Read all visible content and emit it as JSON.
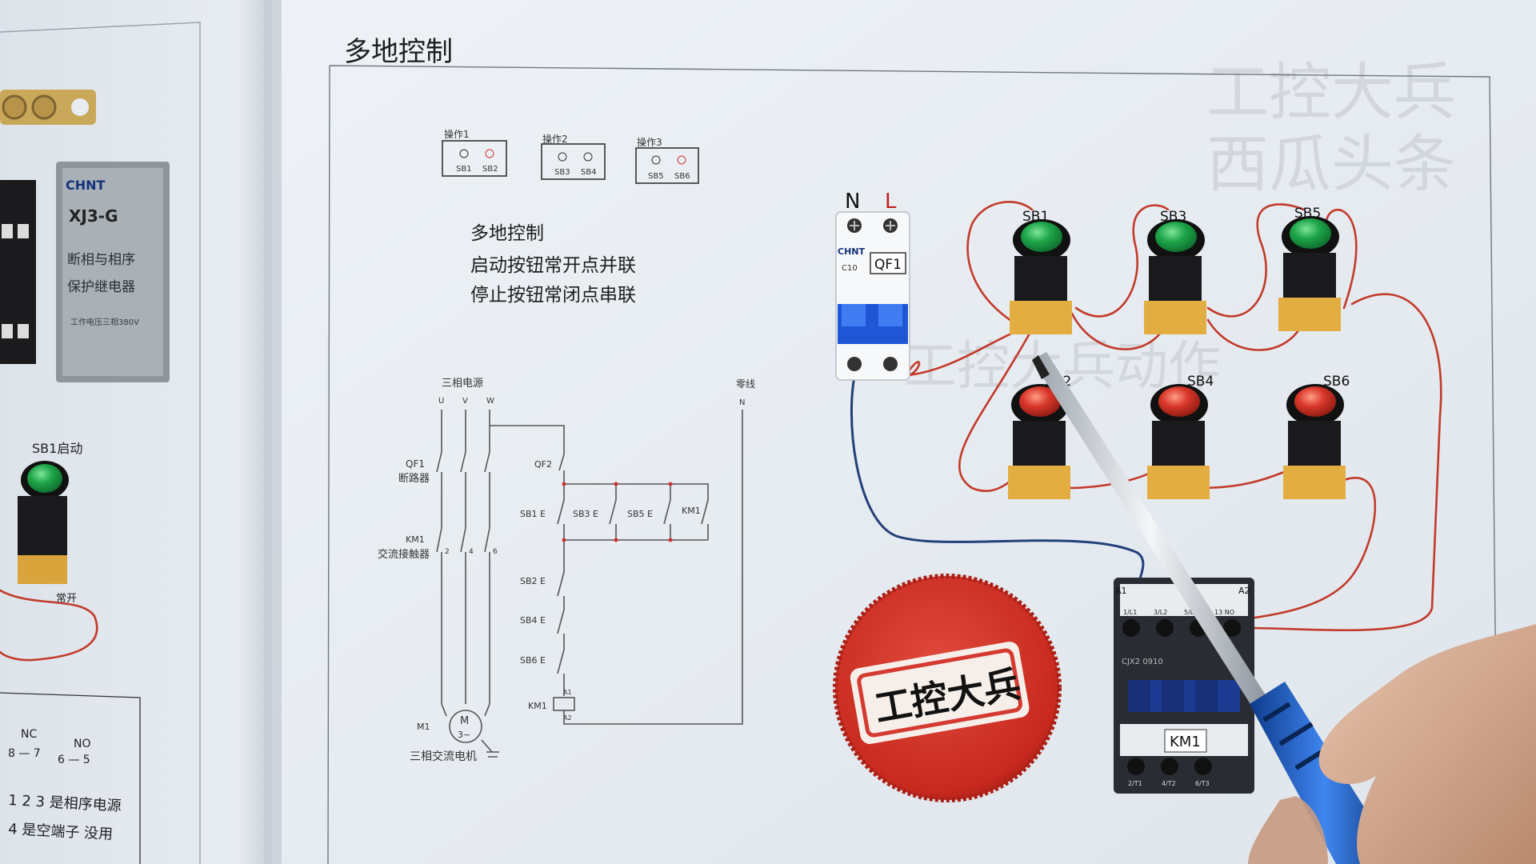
{
  "page": {
    "title": "多地控制",
    "description_lines": [
      "多地控制",
      "启动按钮常开点并联",
      "停止按钮常闭点串联"
    ]
  },
  "watermark": {
    "line1": "工控大兵",
    "line2": "西瓜头条",
    "center_text": "工控大兵动作"
  },
  "operation_boxes": [
    {
      "label": "操作1",
      "left": "SB1",
      "right": "SB2"
    },
    {
      "label": "操作2",
      "left": "SB3",
      "right": "SB4"
    },
    {
      "label": "操作3",
      "left": "SB5",
      "right": "SB6"
    }
  ],
  "schematic": {
    "power_label": "三相电源",
    "phases": [
      "U",
      "V",
      "W"
    ],
    "neutral_label": "零线",
    "neutral_letter": "N",
    "breaker_main": "QF1",
    "breaker_main_desc": "断路器",
    "contactor": "KM1",
    "contactor_desc": "交流接触器",
    "breaker_ctrl": "QF2",
    "start_buttons": [
      "SB1 E",
      "SB3 E",
      "SB5 E"
    ],
    "aux_contact": "KM1",
    "stop_buttons": [
      "SB2 E",
      "SB4 E",
      "SB6 E"
    ],
    "coil_label": "KM1",
    "coil_terminals": [
      "A1",
      "A2"
    ],
    "motor_label": "M1",
    "motor_symbol": "M",
    "motor_phase": "3~",
    "motor_desc": "三相交流电机",
    "terminal_numbers": [
      "2",
      "4",
      "6"
    ]
  },
  "board": {
    "power_terminals": [
      "N",
      "L"
    ],
    "breaker_label": "QF1",
    "breaker_brand": "CHNT",
    "breaker_rating": "C10",
    "green_buttons": [
      "SB1",
      "SB3",
      "SB5"
    ],
    "red_buttons": [
      "SB2",
      "SB4",
      "SB6"
    ],
    "contactor_label": "KM1",
    "contactor_model": "CJX2 0910",
    "contactor_coil_terminals": [
      "A1",
      "A2"
    ],
    "contactor_top_terminals": [
      "1/L1",
      "3/L2",
      "5/L3",
      "13 NO"
    ],
    "contactor_bottom_terminals": [
      "2/T1",
      "4/T2",
      "6/T3"
    ]
  },
  "sticker": {
    "text": "工控大兵"
  },
  "left_page": {
    "relay_brand": "CHNT",
    "relay_model": "XJ3-G",
    "relay_desc_line1": "断相与相序",
    "relay_desc_line2": "保护继电器",
    "relay_voltage": "工作电压三相380V",
    "button_label": "SB1启动",
    "button_contact": "常开",
    "nc_label": "NC",
    "no_label": "NO",
    "nc_pins": "8 — 7",
    "no_pins": "6 — 5",
    "note_line1": "1 2 3 是相序电源",
    "note_line2": "4 是空端子 没用"
  },
  "colors": {
    "green_button": "#1fa64a",
    "red_button": "#d9382a",
    "wire_red": "#c23a2a",
    "wire_blue": "#23407a",
    "sticker_red": "#c8291f",
    "screwdriver_blue": "#1f5bbf"
  }
}
